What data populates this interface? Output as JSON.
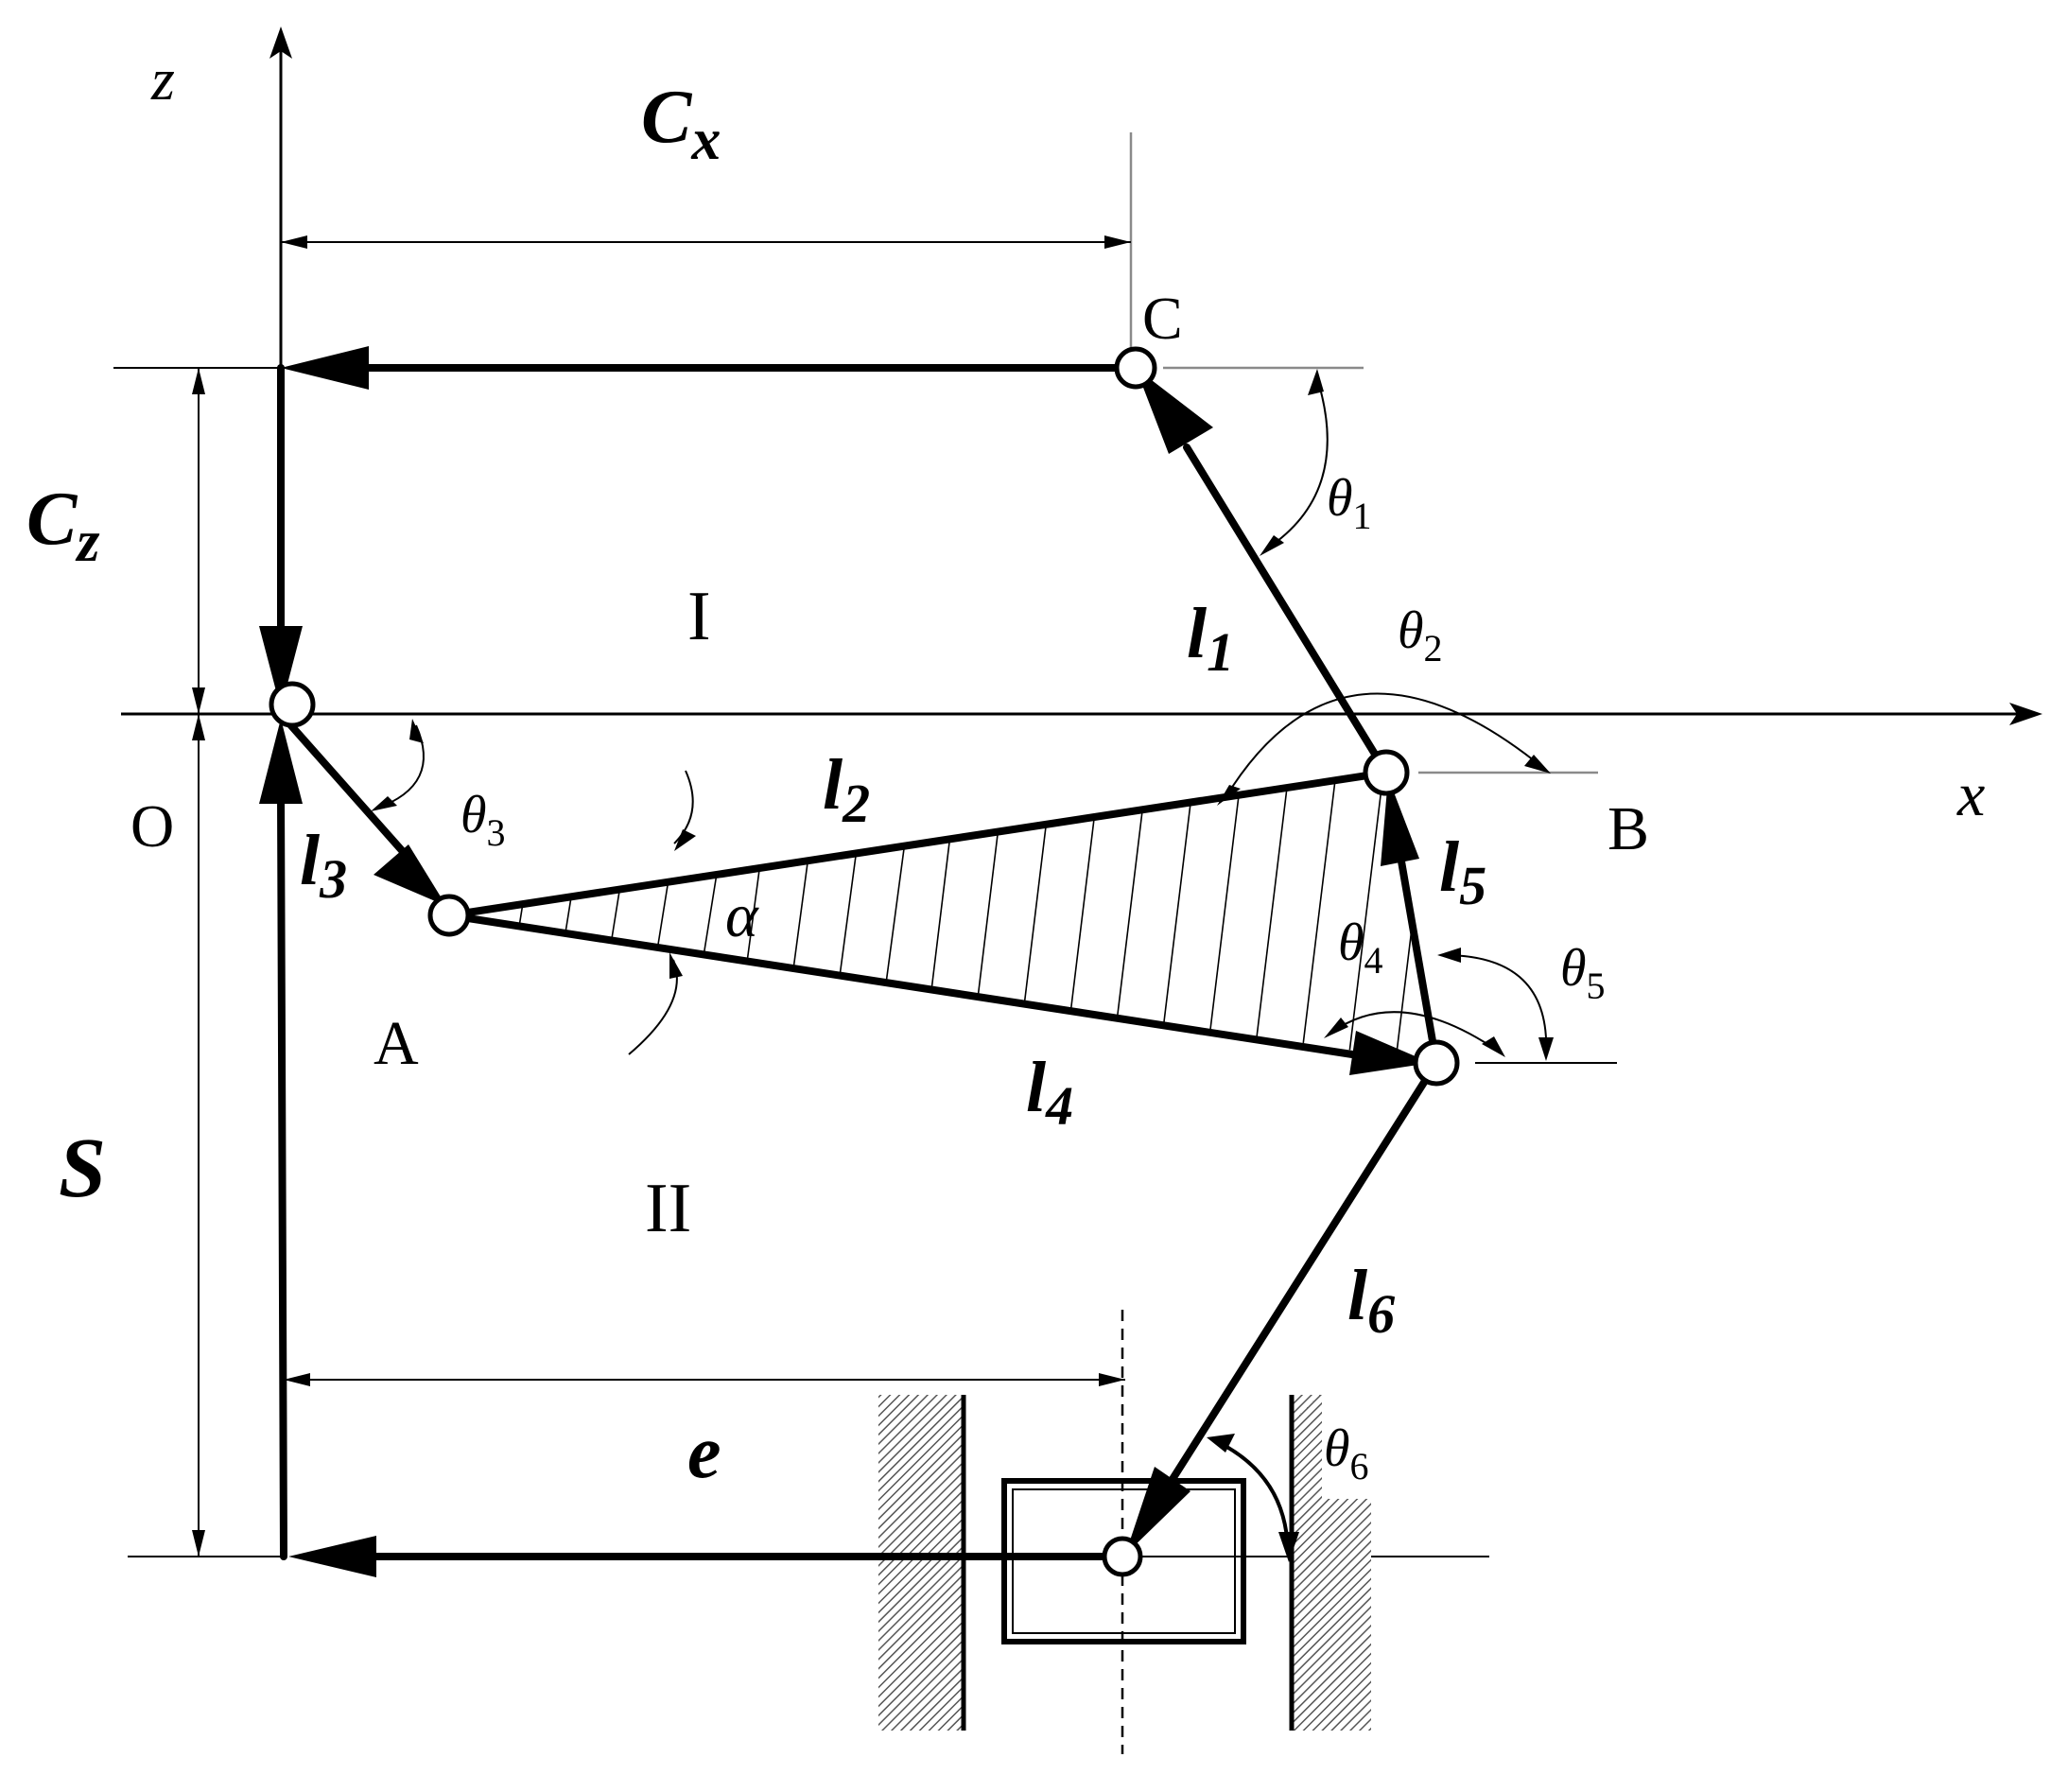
{
  "figure": {
    "labels": {
      "z_axis": "z",
      "x_axis": "x",
      "origin": "O",
      "Cx_main": "C",
      "Cx_sub": "x",
      "Cz_main": "C",
      "Cz_sub": "z",
      "point_C": "C",
      "point_B": "B",
      "point_A": "A",
      "region_I": "I",
      "region_II": "II",
      "S": "S",
      "e": "e",
      "alpha": "α",
      "l1_main": "l",
      "l1_sub": "1",
      "l2_main": "l",
      "l2_sub": "2",
      "l3_main": "l",
      "l3_sub": "3",
      "l4_main": "l",
      "l4_sub": "4",
      "l5_main": "l",
      "l5_sub": "5",
      "l6_main": "l",
      "l6_sub": "6",
      "theta_main": "θ",
      "theta1_sub": "1",
      "theta2_sub": "2",
      "theta3_sub": "3",
      "theta4_sub": "4",
      "theta5_sub": "5",
      "theta6_sub": "6"
    }
  }
}
